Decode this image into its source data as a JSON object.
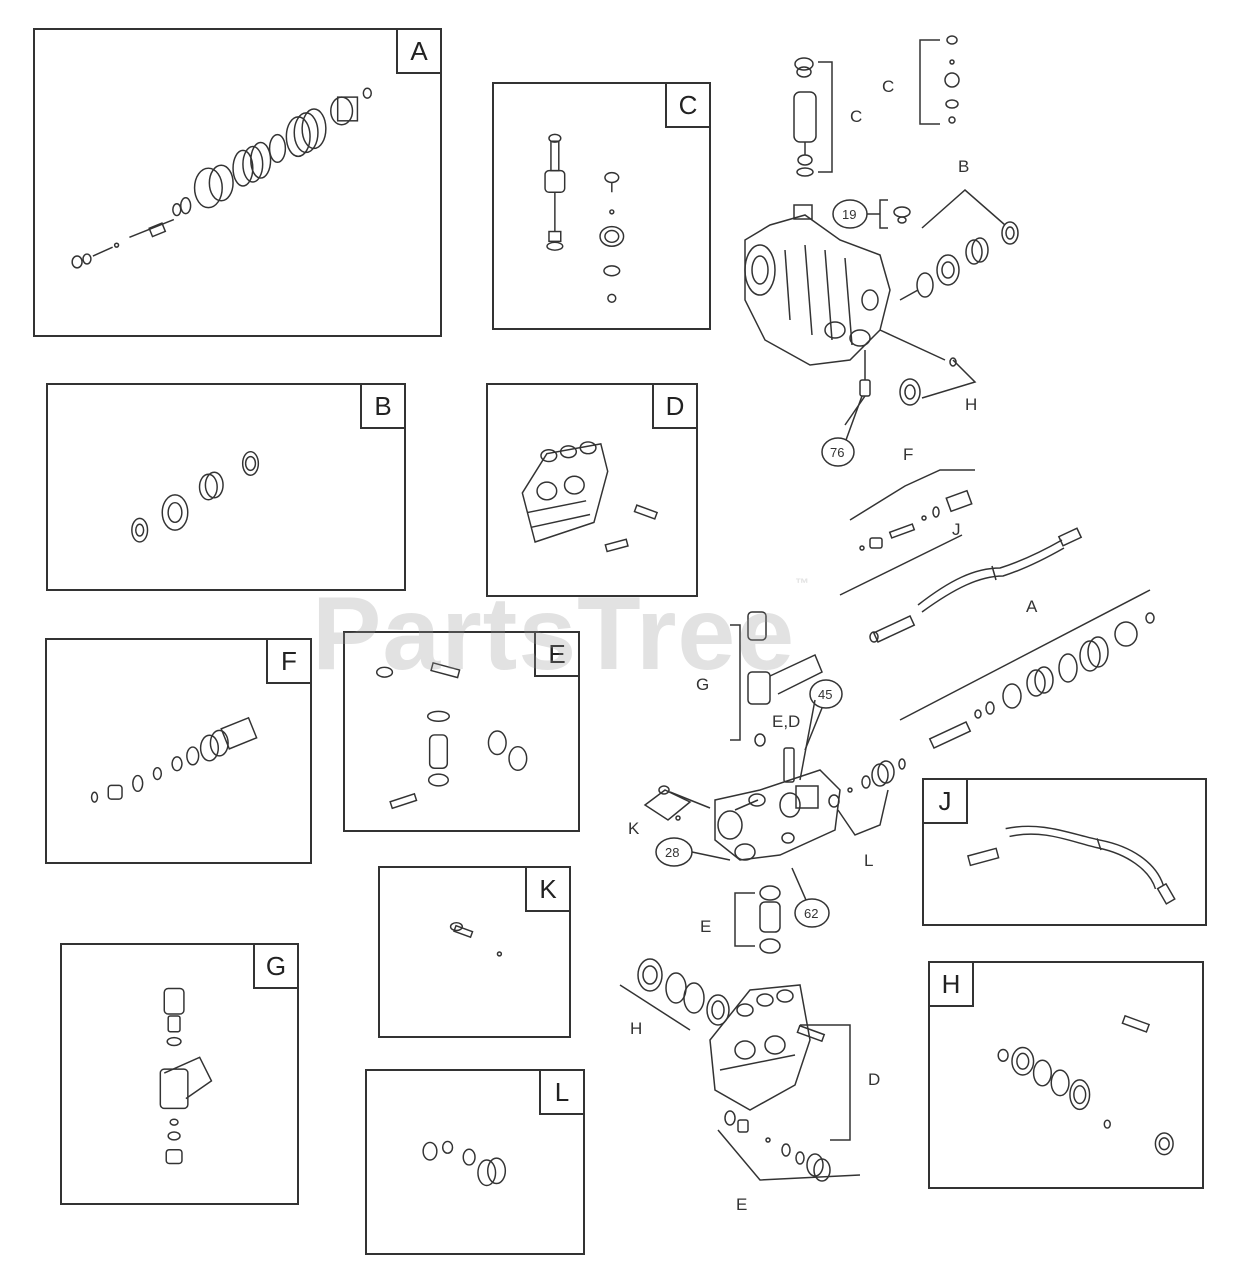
{
  "watermark": "PartsTree",
  "trademark": "™",
  "panels": {
    "A": "A",
    "B": "B",
    "C": "C",
    "D": "D",
    "E": "E",
    "F": "F",
    "G": "G",
    "H": "H",
    "J": "J",
    "K": "K",
    "L": "L"
  },
  "main_labels": {
    "C1": "C",
    "C2": "C",
    "B": "B",
    "H1": "H",
    "F": "F",
    "J": "J",
    "A": "A",
    "G": "G",
    "ED": "E,D",
    "K": "K",
    "L": "L",
    "E1": "E",
    "H2": "H",
    "D": "D",
    "E2": "E"
  },
  "callouts": {
    "c19": "19",
    "c76": "76",
    "c45": "45",
    "c28": "28",
    "c62": "62"
  }
}
